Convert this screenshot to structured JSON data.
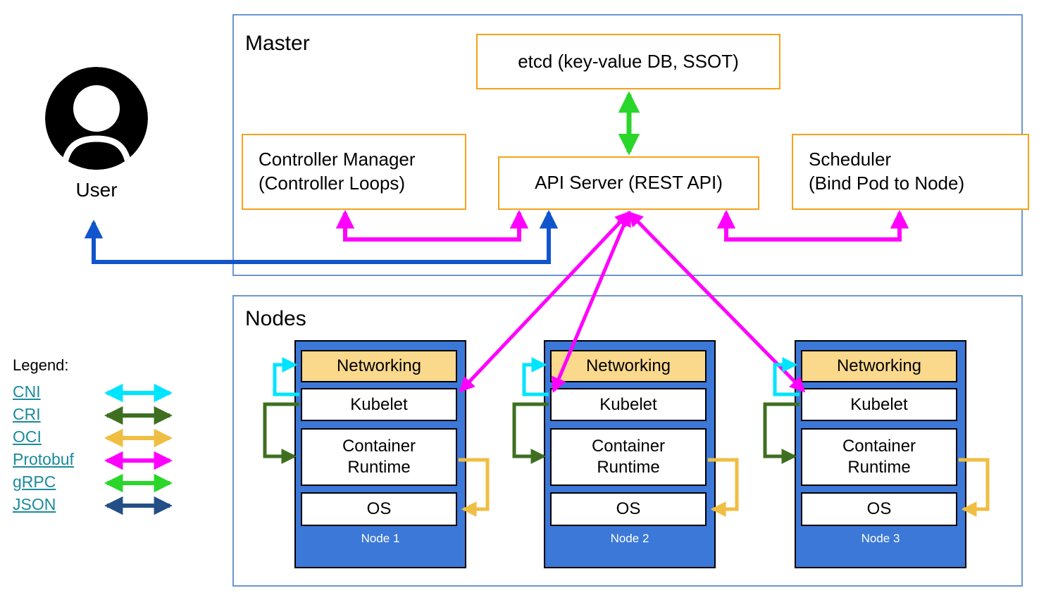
{
  "master": {
    "title": "Master",
    "etcd_label": "etcd (key-value DB, SSOT)",
    "controller_manager_line1": "Controller Manager",
    "controller_manager_line2": "(Controller Loops)",
    "api_server_label": "API Server (REST API)",
    "scheduler_line1": "Scheduler",
    "scheduler_line2": "(Bind Pod to Node)"
  },
  "user": {
    "label": "User"
  },
  "nodes": {
    "title": "Nodes",
    "box_labels": {
      "networking": "Networking",
      "kubelet": "Kubelet",
      "runtime": "Container Runtime",
      "os": "OS"
    },
    "items": [
      {
        "label": "Node 1"
      },
      {
        "label": "Node 2"
      },
      {
        "label": "Node 3"
      }
    ]
  },
  "legend": {
    "title": "Legend:",
    "items": [
      {
        "label": "CNI"
      },
      {
        "label": "CRI"
      },
      {
        "label": "OCI"
      },
      {
        "label": "Protobuf"
      },
      {
        "label": "gRPC"
      },
      {
        "label": "JSON"
      }
    ]
  },
  "colors": {
    "panel_border": "#6C96D1",
    "box_border": "#F5A21B",
    "node_fill": "#3C78D8",
    "networking_fill": "#FAD98C",
    "cni": "#00E5FF",
    "cri": "#3E6F20",
    "oci": "#EFBE42",
    "protobuf": "#FF00FF",
    "grpc": "#2BD62B",
    "json": "#234F86",
    "user_arrow": "#1155CC",
    "legend_link": "#1B8A9C"
  }
}
